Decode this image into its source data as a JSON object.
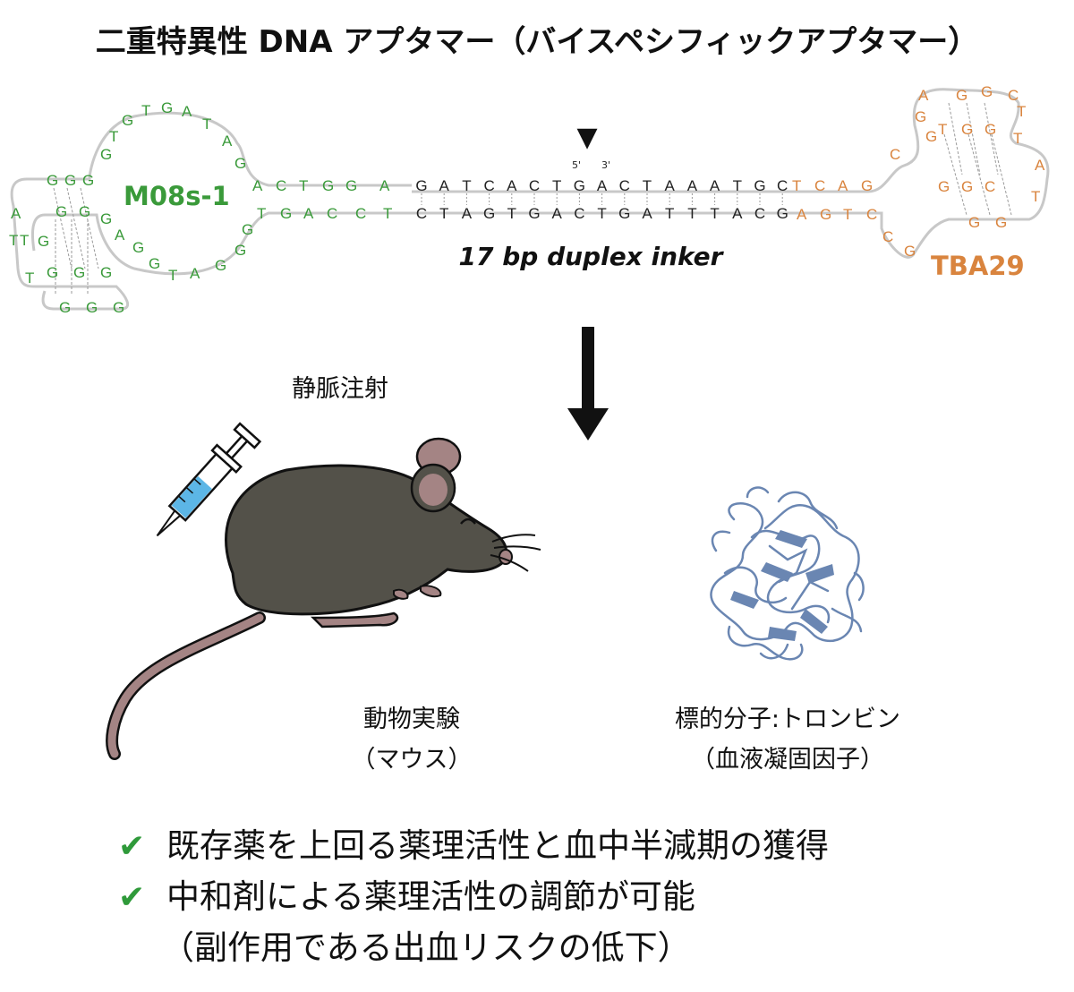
{
  "title": "二重特異性 DNA アプタマー（バイスペシフィックアプタマー）",
  "aptamer_left": {
    "name": "M08s-1",
    "color": "#3a9a3a",
    "loop_top": [
      "T",
      "G",
      "A",
      "T",
      "A",
      "G",
      "G",
      "T",
      "G"
    ],
    "stem_top": [
      "A",
      "C",
      "T",
      "G",
      "G",
      "A"
    ],
    "stem_bottom": [
      "T",
      "G",
      "A",
      "C",
      "C",
      "T"
    ],
    "loop_bottom": [
      "G",
      "G",
      "G",
      "A",
      "T",
      "G",
      "G",
      "A",
      "G"
    ],
    "quad_left": [
      "G",
      "G",
      "G",
      "A",
      "T",
      "T",
      "T",
      "G",
      "G",
      "G",
      "G",
      "G",
      "G",
      "G",
      "G",
      "G"
    ]
  },
  "linker": {
    "label": "17 bp duplex inker",
    "top_strand": [
      "G",
      "A",
      "T",
      "C",
      "A",
      "C",
      "T",
      "G",
      "A",
      "C",
      "T",
      "A",
      "A",
      "A",
      "T",
      "G",
      "C"
    ],
    "bottom_strand": [
      "C",
      "T",
      "A",
      "G",
      "T",
      "G",
      "A",
      "C",
      "T",
      "G",
      "A",
      "T",
      "T",
      "T",
      "A",
      "C",
      "G"
    ],
    "end_5": "5'",
    "end_3": "3'",
    "cut_marker": "▼"
  },
  "aptamer_right": {
    "name": "TBA29",
    "color": "#d9843e",
    "stem_top": [
      "T",
      "C",
      "A",
      "G"
    ],
    "stem_bottom": [
      "A",
      "G",
      "T",
      "C"
    ],
    "quad": [
      "A",
      "G",
      "G",
      "C",
      "G",
      "G",
      "T",
      "T",
      "A",
      "T",
      "T",
      "G",
      "G",
      "G",
      "G",
      "C",
      "G",
      "G",
      "C",
      "C",
      "G"
    ]
  },
  "arrow": "↓",
  "injection_label": "静脈注射",
  "mouse_caption": {
    "line1": "動物実験",
    "line2": "（マウス）"
  },
  "target_caption": {
    "line1": "標的分子:トロンビン",
    "line2": "（血液凝固因子）"
  },
  "benefits": [
    {
      "check": "✔",
      "text": "既存薬を上回る薬理活性と血中半減期の獲得"
    },
    {
      "check": "✔",
      "text": "中和剤による薬理活性の調節が可能"
    }
  ],
  "benefit_note": "（副作用である出血リスクの低下）"
}
